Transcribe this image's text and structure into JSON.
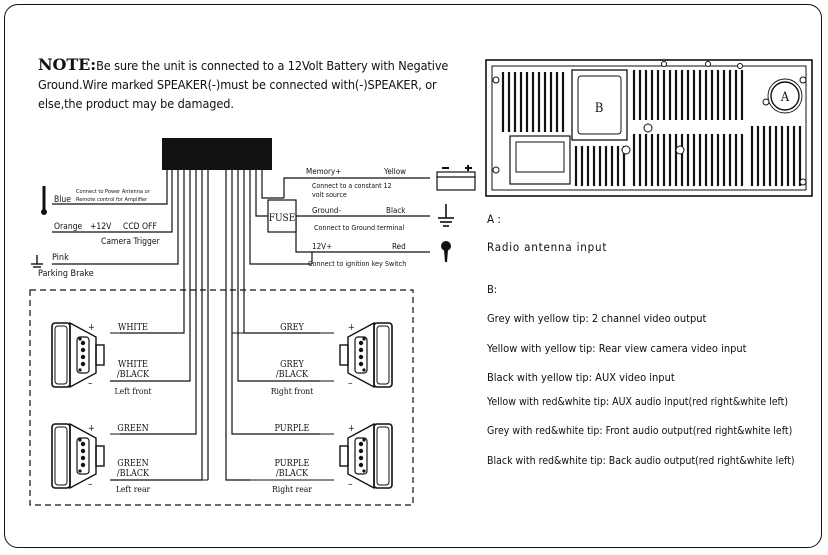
{
  "note": {
    "heading": "NOTE:",
    "text": "Be sure the unit is connected to a 12Volt Battery with Negative Ground.Wire marked SPEAKER(-)must be connected with(-)SPEAKER, or else,the product may be damaged."
  },
  "left_wires": {
    "blue_label": "Blue",
    "blue_desc_1": "Connect to Power Antenna or",
    "blue_desc_2": "Remote control for Amplifier",
    "orange_label": "Orange",
    "orange_volt": "+12V",
    "orange_ccd": "CCD OFF",
    "camera_trigger": "Camera Trigger",
    "pink_label": "Pink",
    "parking_brake": "Parking Brake"
  },
  "power": {
    "memory_label": "Memory+",
    "memory_color": "Yellow",
    "memory_desc_1": "Connect to a constant 12",
    "memory_desc_2": "volt source",
    "ground_label": "Ground-",
    "ground_color": "Black",
    "ground_desc": "Connect to Ground terminal",
    "ign_label": "12V+",
    "ign_color": "Red",
    "ign_desc": "Connect to ignition key Switch",
    "fuse_label": "FUSE"
  },
  "speakers": {
    "lf_pos": "WHITE",
    "lf_neg_1": "WHITE",
    "lf_neg_2": "/BLACK",
    "lf_name": "Left front",
    "lr_pos": "GREEN",
    "lr_neg_1": "GREEN",
    "lr_neg_2": "/BLACK",
    "lr_name": "Left rear",
    "rf_pos": "GREY",
    "rf_neg_1": "GREY",
    "rf_neg_2": "/BLACK",
    "rf_name": "Right front",
    "rr_pos": "PURPLE",
    "rr_neg_1": "PURPLE",
    "rr_neg_2": "/BLACK",
    "rr_name": "Right rear",
    "plus": "+",
    "minus": "–"
  },
  "back_panel": {
    "label_a": "A",
    "label_b": "B"
  },
  "info": {
    "a_title": "A :",
    "a_desc": "Radio  antenna  input",
    "b_title": "B:",
    "b_items": [
      "Grey with yellow tip:  2 channel video output",
      "Yellow with yellow tip: Rear view camera video input",
      "Black with yellow tip:  AUX video input",
      "Yellow with red&white tip:  AUX audio input(red right&white left)",
      "Grey with red&white tip:  Front audio output(red right&white left)",
      "Black with red&white tip: Back audio output(red right&white left)"
    ]
  }
}
